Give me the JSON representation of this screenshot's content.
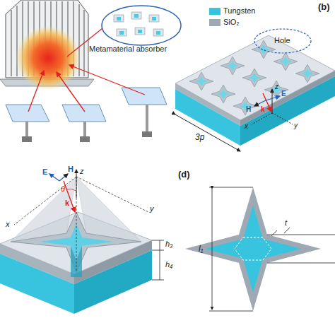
{
  "diagram": {
    "labels": [
      "Metamaterial absorber",
      "(b)",
      "Hole",
      "z",
      "x",
      "y",
      "H",
      "k",
      "E",
      "3p",
      "E",
      "H",
      "z",
      "θ",
      "k",
      "x",
      "y",
      "h₃",
      "h₄",
      "(d)",
      "t",
      "l₁"
    ],
    "legend": [
      {
        "text": "Tungsten",
        "color": "#38c4de"
      },
      {
        "text": "SiO₂",
        "color": "#9ea9b3"
      }
    ]
  }
}
